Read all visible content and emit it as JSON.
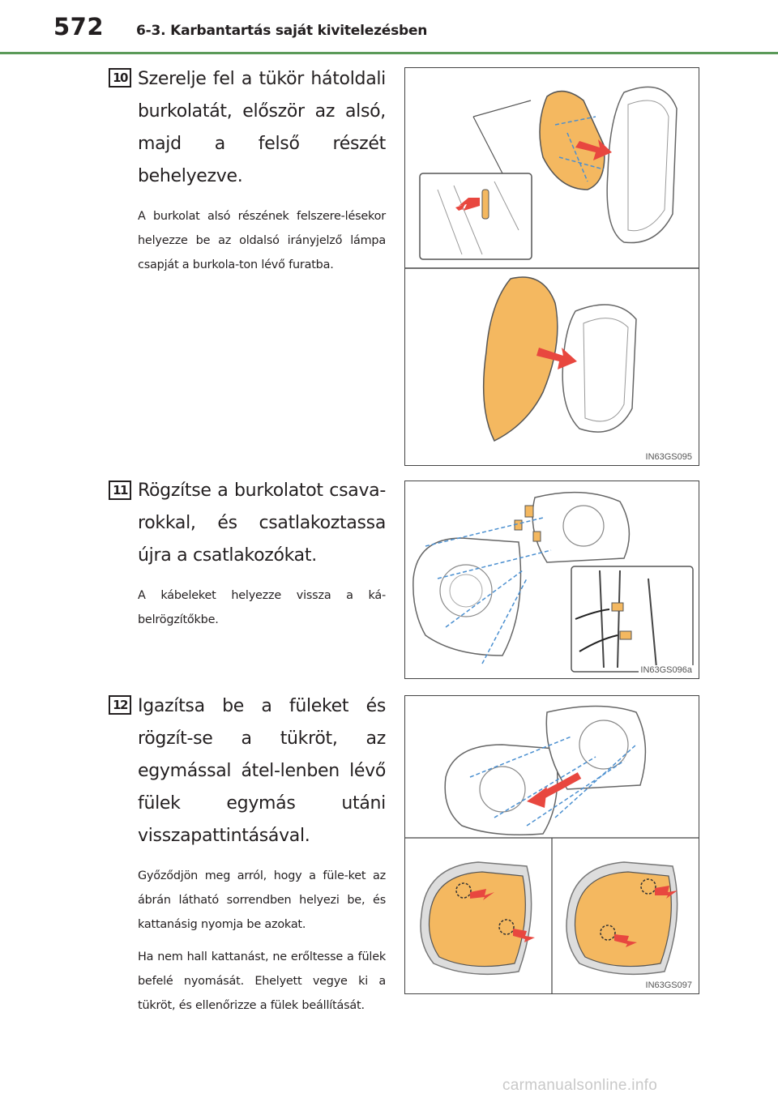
{
  "header": {
    "page_number": "572",
    "section_title": "6-3. Karbantartás saját kivitelezésben"
  },
  "steps": [
    {
      "number": "10",
      "heading": "Szerelje fel a tükör hátoldali burkolatát, először az alsó, majd a felső részét behelyezve.",
      "notes": [
        "A burkolat alsó részének felszere-lésekor helyezze be az oldalsó irányjelző lámpa csapját a burkola-ton lévő furatba."
      ],
      "figure_code": "IN63GS095"
    },
    {
      "number": "11",
      "heading": "Rögzítse a burkolatot csava-rokkal, és csatlakoztassa újra a csatlakozókat.",
      "notes": [
        "A kábeleket helyezze vissza a ká-belrögzítőkbe."
      ],
      "figure_code": "IN63GS096a"
    },
    {
      "number": "12",
      "heading": "Igazítsa be a füleket és rögzít-se a tükröt, az egymással átel-lenben lévő fülek egymás utáni visszapattintásával.",
      "notes": [
        "Győződjön meg arról, hogy a füle-ket az ábrán látható sorrendben helyezi be, és kattanásig nyomja be azokat.",
        "Ha nem hall kattanást, ne erőltesse a fülek befelé nyomását. Ehelyett vegye ki a tükröt, és ellenőrizze a fülek beállítását."
      ],
      "figure_code": "IN63GS097"
    }
  ],
  "watermark": "carmanualsonline.info",
  "colors": {
    "header_rule": "#5b9a59",
    "cover_fill": "#f4b860",
    "arrow": "#e8473f",
    "leader_line": "#4a8fd0"
  }
}
